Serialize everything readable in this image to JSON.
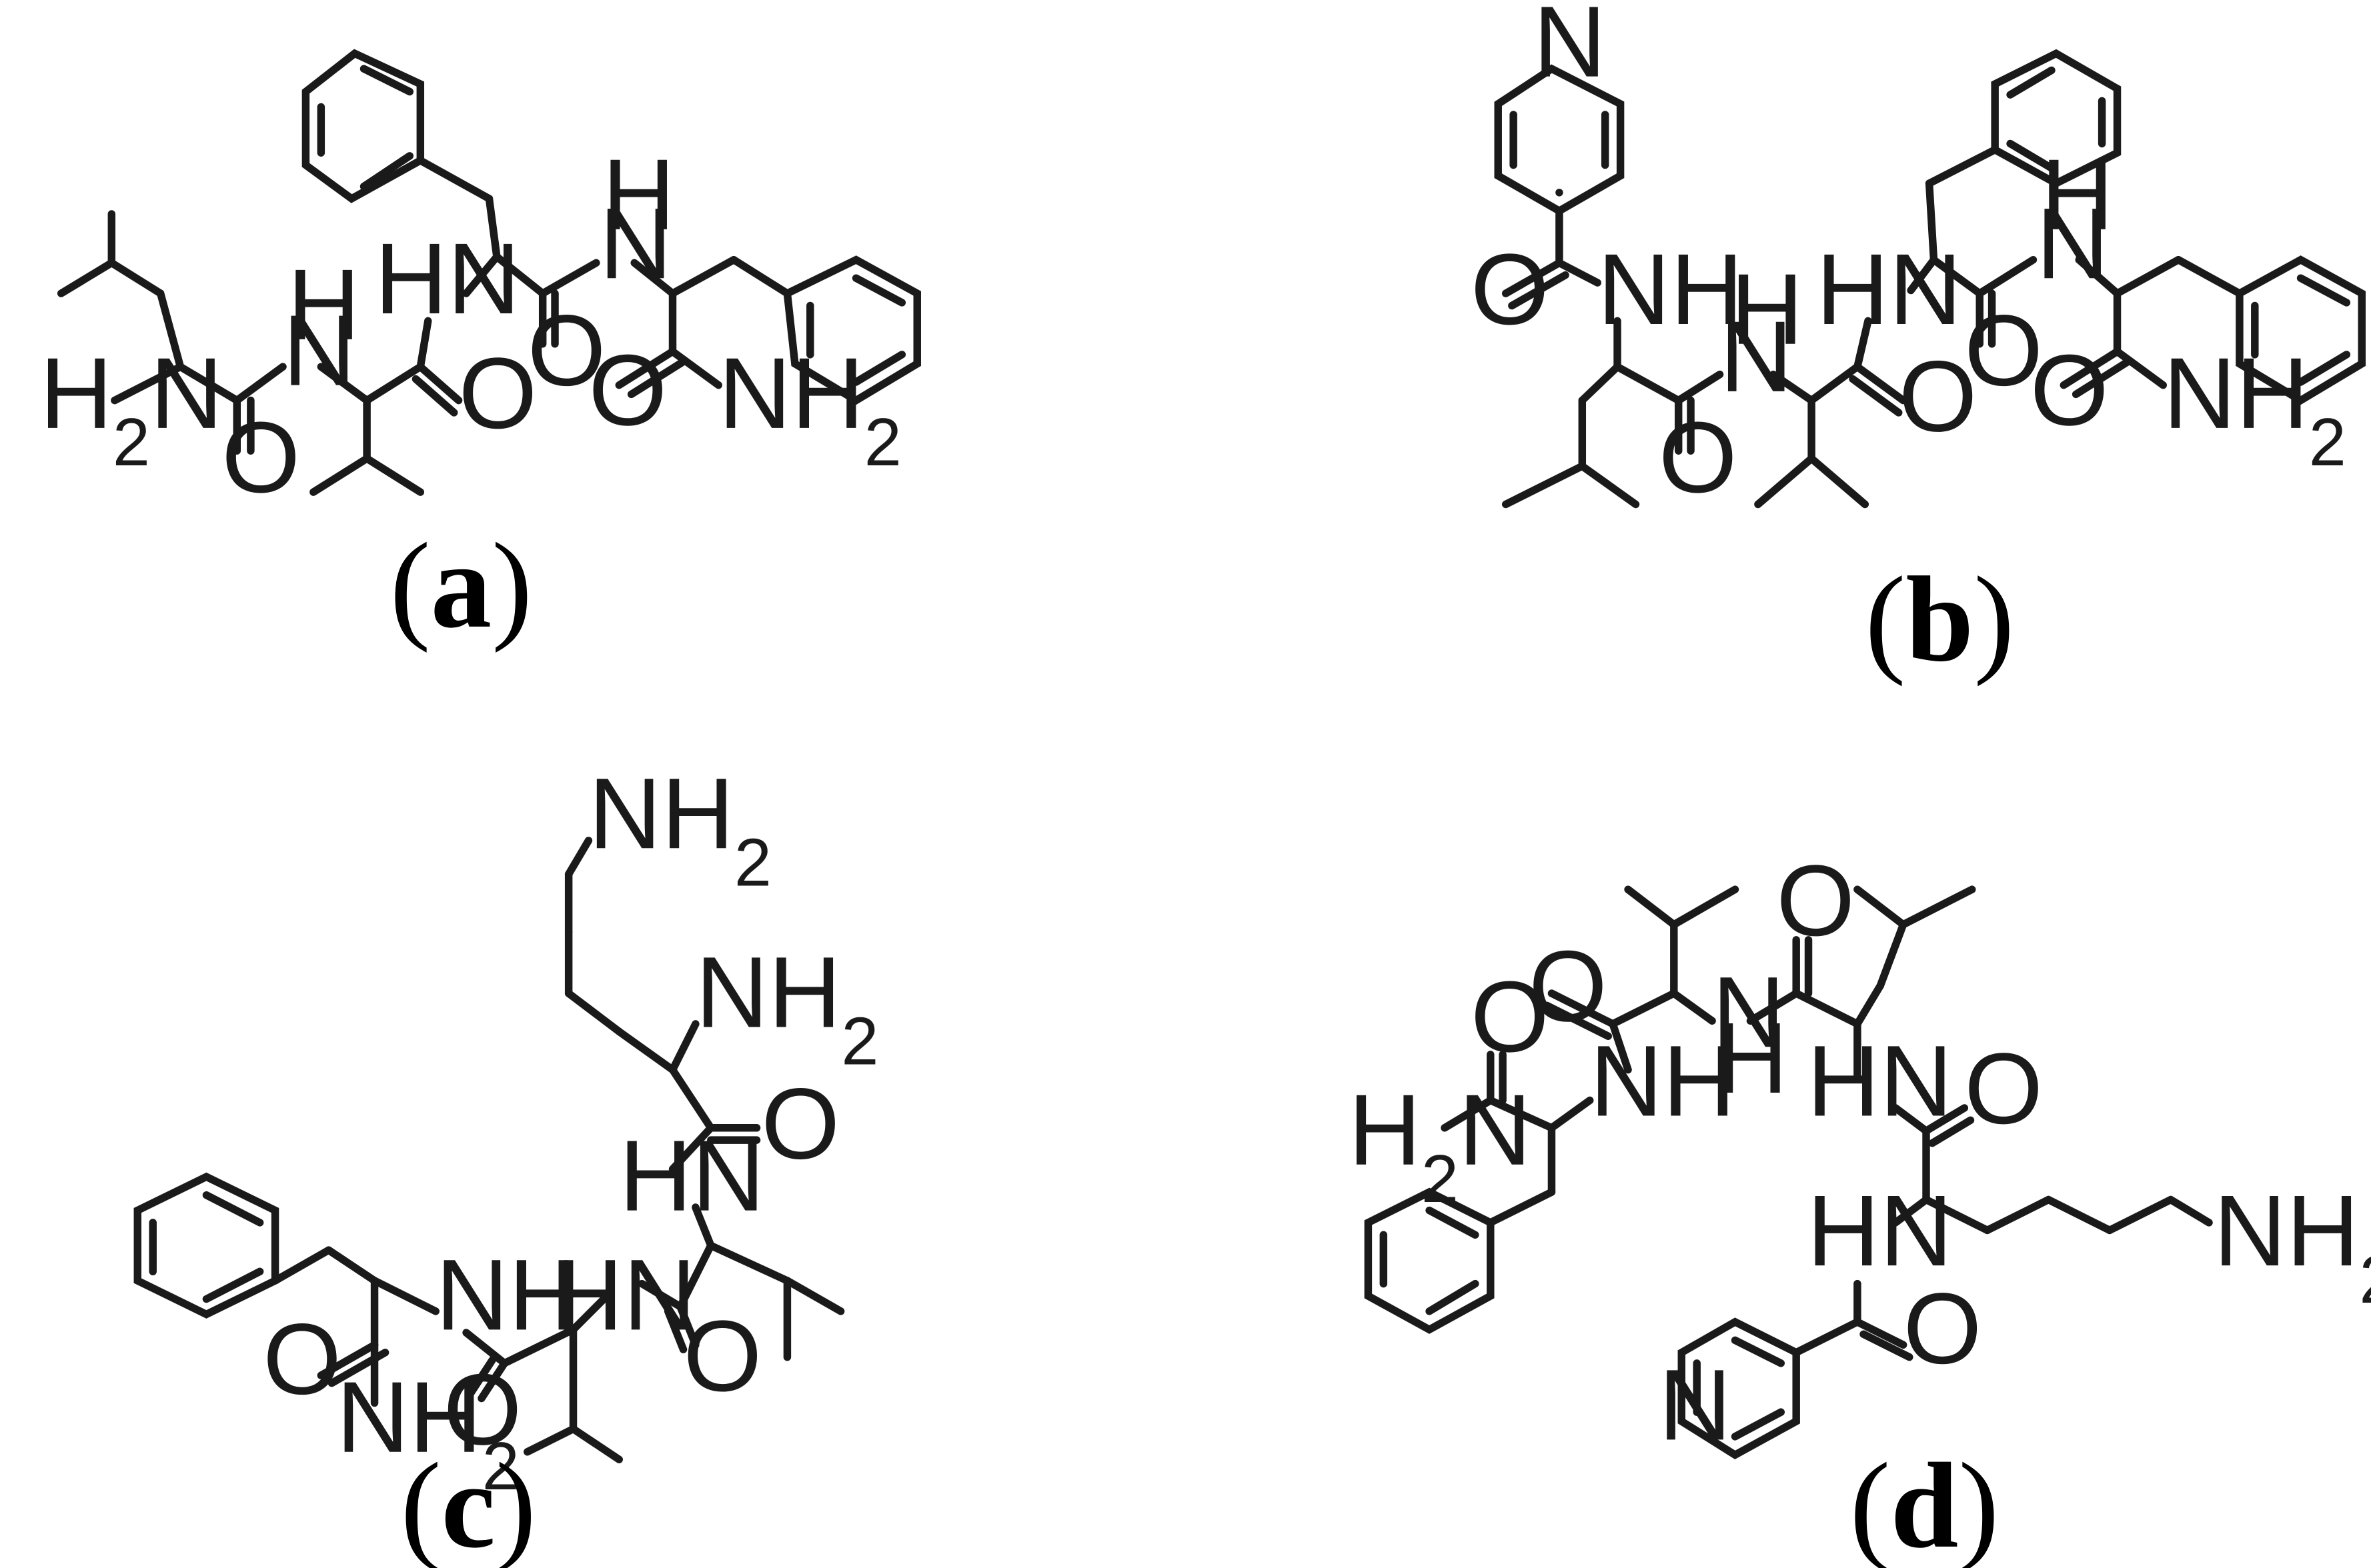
{
  "panels": [
    {
      "id": "a",
      "caption": {
        "open": "(",
        "letter": "a",
        "close": ")"
      },
      "atom_labels": [
        "H2N",
        "O",
        "H",
        "N",
        "O",
        "HN",
        "O",
        "H",
        "N",
        "O",
        "NH2"
      ]
    },
    {
      "id": "b",
      "caption": {
        "open": "(",
        "letter": "b",
        "close": ")"
      },
      "atom_labels": [
        "N",
        "O",
        "NH",
        "O",
        "H",
        "N",
        "HN",
        "O",
        "O",
        "H",
        "N",
        "O",
        "NH2"
      ]
    },
    {
      "id": "c",
      "caption": {
        "open": "(",
        "letter": "c",
        "close": ")"
      },
      "atom_labels": [
        "NH2",
        "NH2",
        "O",
        "HN",
        "NH",
        "HN",
        "O",
        "O",
        "O",
        "NH2"
      ]
    },
    {
      "id": "d",
      "caption": {
        "open": "(",
        "letter": "d",
        "close": ")"
      },
      "atom_labels": [
        "O",
        "H2N",
        "O",
        "NH",
        "N",
        "H",
        "O",
        "HN",
        "O",
        "HN",
        "O",
        "NH2",
        "N"
      ]
    }
  ]
}
